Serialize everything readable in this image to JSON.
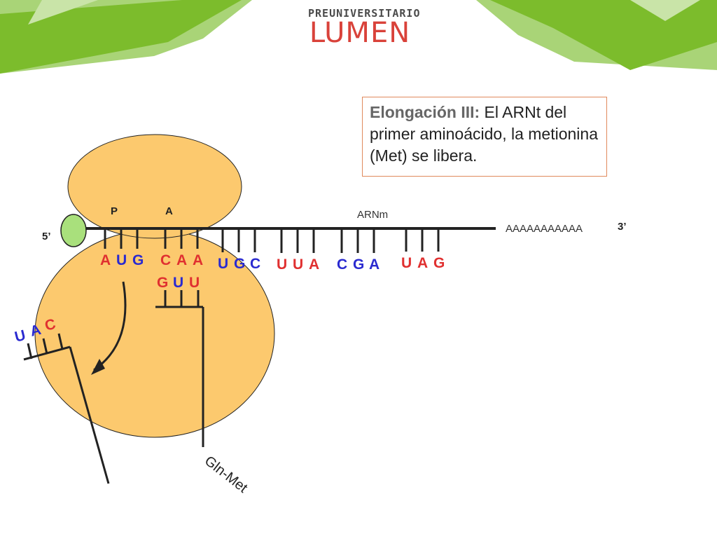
{
  "header": {
    "logo_top": "PREUNIVERSITARIO",
    "logo_main": "LUMEN"
  },
  "info_box": {
    "title": "Elongación III:",
    "text": " El ARNt del primer aminoácido, la metionina (Met) se libera."
  },
  "labels": {
    "site_p": "P",
    "site_a": "A",
    "mrna": "ARNm",
    "five_prime": "5’",
    "three_prime": "3’",
    "poly_a": "AAAAAAAAAAA",
    "chain": "Gln-Met"
  },
  "codons": [
    {
      "bases": [
        "A",
        "U",
        "G"
      ],
      "colors": [
        "#e03030",
        "#2a2ad0",
        "#2a2ad0"
      ]
    },
    {
      "bases": [
        "C",
        "A",
        "A"
      ],
      "colors": [
        "#e03030",
        "#e03030",
        "#e03030"
      ]
    },
    {
      "bases": [
        "U",
        "G",
        "C"
      ],
      "colors": [
        "#2a2ad0",
        "#2a2ad0",
        "#2a2ad0"
      ]
    },
    {
      "bases": [
        "U",
        "U",
        "A"
      ],
      "colors": [
        "#e03030",
        "#e03030",
        "#e03030"
      ]
    },
    {
      "bases": [
        "C",
        "G",
        "A"
      ],
      "colors": [
        "#2a2ad0",
        "#2a2ad0",
        "#2a2ad0"
      ]
    },
    {
      "bases": [
        "U",
        "A",
        "G"
      ],
      "colors": [
        "#e03030",
        "#e03030",
        "#e03030"
      ]
    }
  ],
  "anticodons": {
    "gln_trna": {
      "bases": [
        "G",
        "U",
        "U"
      ],
      "colors": [
        "#e03030",
        "#2a2ad0",
        "#e03030"
      ]
    },
    "released_trna": {
      "bases": [
        "U",
        "A",
        "C"
      ],
      "colors": [
        "#2a2ad0",
        "#2a2ad0",
        "#e03030"
      ]
    }
  },
  "colors": {
    "ribosome": "#fcc96e",
    "cap": "#a9e07c",
    "text_dark": "#222222",
    "red": "#e03030",
    "blue": "#2a2ad0",
    "box_border": "#e08a5c",
    "title_gray": "#666666",
    "green_dark": "#7cbc2c",
    "green_light": "#a9d477"
  }
}
